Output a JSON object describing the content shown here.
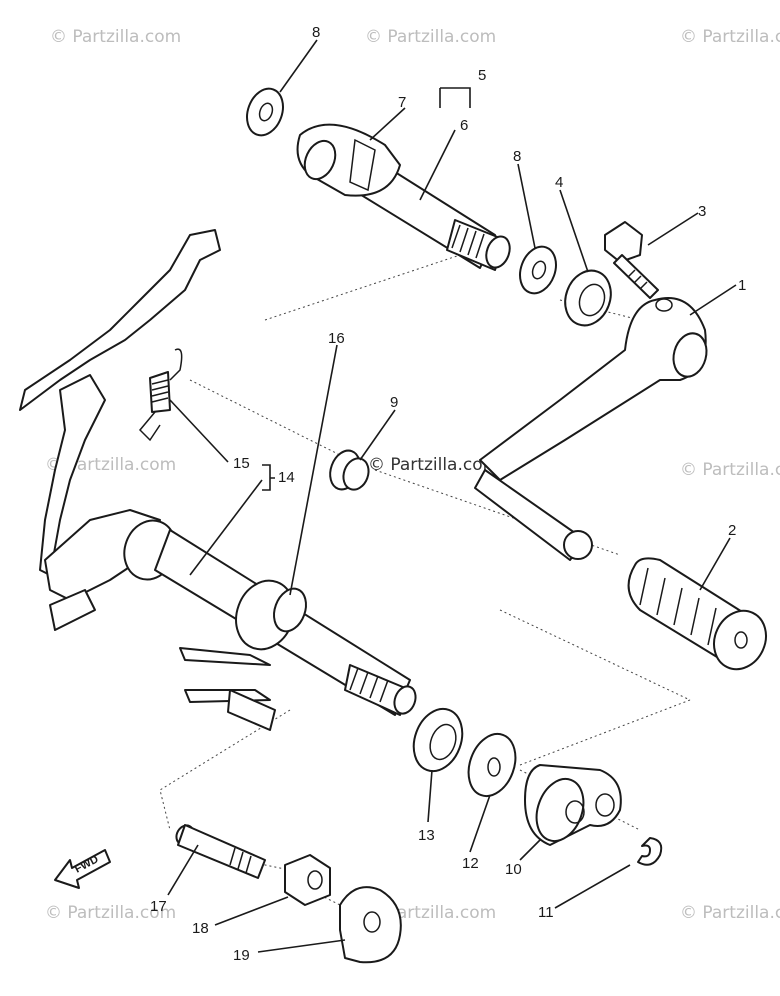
{
  "watermark": "© Partzilla.com",
  "fwd_label": "FWD",
  "callouts": {
    "c1": "1",
    "c2": "2",
    "c3": "3",
    "c4": "4",
    "c5": "5",
    "c6": "6",
    "c7": "7",
    "c8a": "8",
    "c8b": "8",
    "c9": "9",
    "c10": "10",
    "c11": "11",
    "c12": "12",
    "c13": "13",
    "c14": "14",
    "c15": "15",
    "c16": "16",
    "c17": "17",
    "c18": "18",
    "c19": "19"
  }
}
